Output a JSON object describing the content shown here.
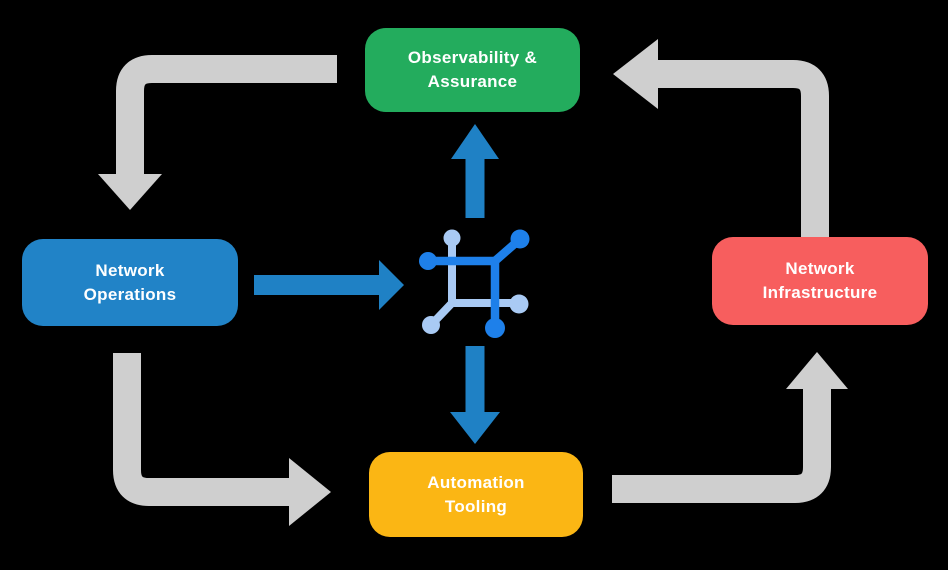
{
  "diagram": {
    "background": "#000000",
    "colors": {
      "green": "#23AC5D",
      "blue": "#2183C7",
      "red": "#F75E5E",
      "yellow": "#FBB614",
      "arrow_gray": "#CFCFCF",
      "arrow_blue": "#1F81C5",
      "icon_blue": "#1E80EA",
      "icon_light_blue": "#A9CAF4",
      "text": "#FFFFFF"
    },
    "nodes": [
      {
        "id": "observability-assurance",
        "lines": [
          "Observability &",
          "Assurance"
        ],
        "color": "#23AC5D"
      },
      {
        "id": "network-operations",
        "lines": [
          "Network",
          "Operations"
        ],
        "color": "#2183C7"
      },
      {
        "id": "network-infrastructure",
        "lines": [
          "Network",
          "Infrastructure"
        ],
        "color": "#F75E5E"
      },
      {
        "id": "automation-tooling",
        "lines": [
          "Automation",
          "Tooling"
        ],
        "color": "#FBB614"
      }
    ],
    "center_icon": {
      "name": "network-mesh-icon"
    },
    "flows": [
      {
        "from": "observability-assurance",
        "to": "network-operations",
        "type": "outer-cycle",
        "color": "#CFCFCF"
      },
      {
        "from": "network-operations",
        "to": "automation-tooling",
        "type": "outer-cycle",
        "color": "#CFCFCF"
      },
      {
        "from": "automation-tooling",
        "to": "network-infrastructure",
        "type": "outer-cycle",
        "color": "#CFCFCF"
      },
      {
        "from": "network-infrastructure",
        "to": "observability-assurance",
        "type": "outer-cycle",
        "color": "#CFCFCF"
      },
      {
        "from": "network-operations",
        "to": "center-icon",
        "type": "hub",
        "color": "#1F81C5"
      },
      {
        "from": "center-icon",
        "to": "observability-assurance",
        "type": "hub",
        "color": "#1F81C5"
      },
      {
        "from": "center-icon",
        "to": "automation-tooling",
        "type": "hub",
        "color": "#1F81C5"
      }
    ]
  }
}
